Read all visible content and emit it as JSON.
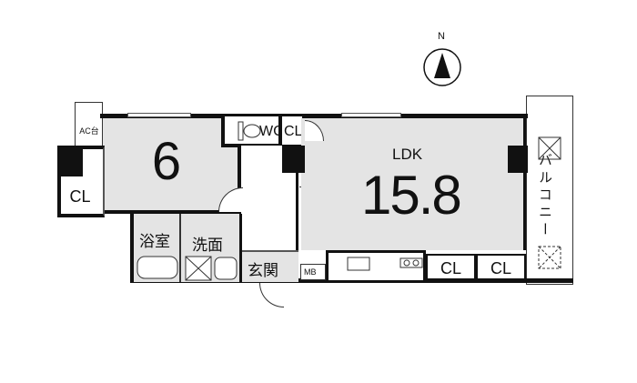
{
  "compass": {
    "label": "N"
  },
  "rooms": {
    "western_room": {
      "size": "6"
    },
    "left_closet": {
      "label": "CL"
    },
    "ac_stand": {
      "label": "AC台"
    },
    "wc": {
      "label": "WC"
    },
    "wc_closet": {
      "label": "CL"
    },
    "ldk": {
      "label": "LDK",
      "size": "15.8"
    },
    "bathroom": {
      "label": "浴室"
    },
    "washroom": {
      "label": "洗面"
    },
    "entrance": {
      "label": "玄関"
    },
    "meter_box": {
      "label": "MB"
    },
    "closet_1": {
      "label": "CL"
    },
    "closet_2": {
      "label": "CL"
    },
    "balcony": {
      "label": "バルコニー"
    }
  }
}
